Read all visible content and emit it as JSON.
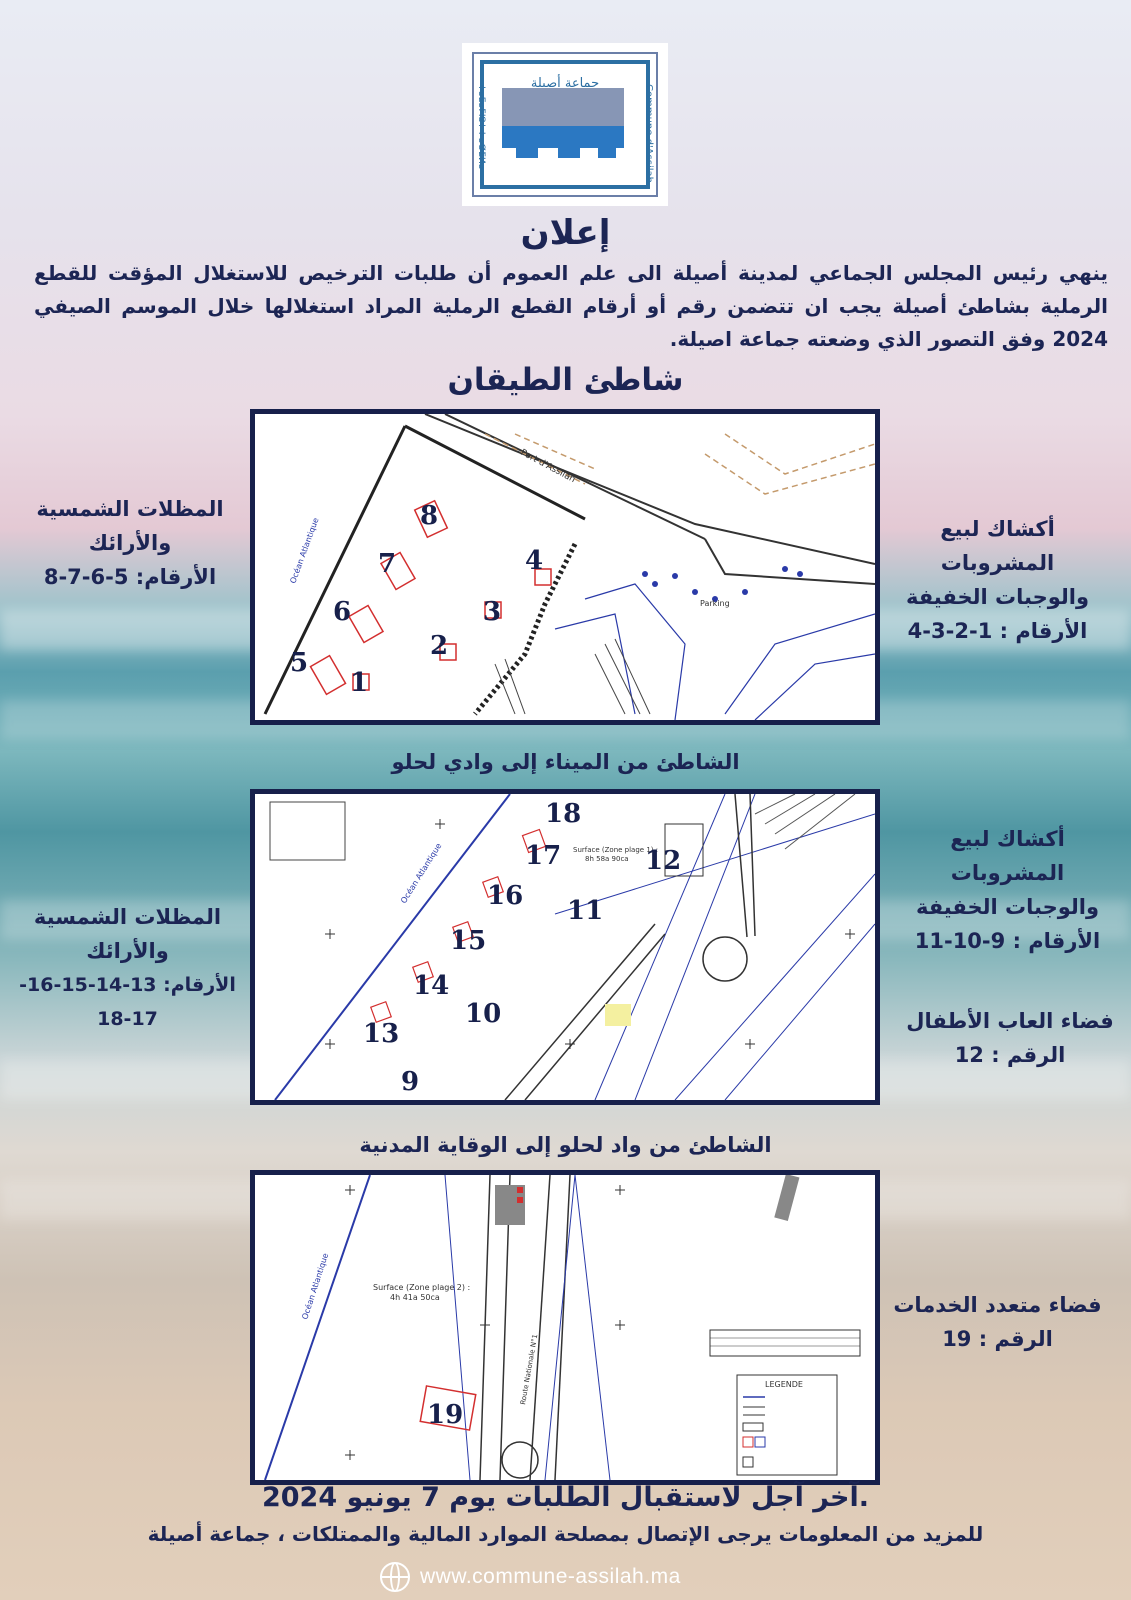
{
  "logo": {
    "arabic_name": "جماعة أصيلة",
    "french_name": "Commune d'Assilah",
    "tifinagh": "ⵜⴰⵎⴰⵢⵏⵓⵜ ⵏ ⴰⵚⵉⵍⴰ"
  },
  "title": "إعلان",
  "intro": "ينهي رئيس المجلس الجماعي لمدينة أصيلة الى علم العموم أن طلبات الترخيص للاستغلال المؤقت للقطع الرملية بشاطئ أصيلة يجب ان تتضمن رقم أو أرقام القطع الرملية المراد استغلالها خلال الموسم الصيفي 2024 وفق التصور الذي وضعته جماعة اصيلة.",
  "beach_title": "شاطئ الطيقان",
  "section2_title": "الشاطئ من الميناء إلى وادي لحلو",
  "section3_title": "الشاطئ من واد لحلو إلى الوقاية المدنية",
  "map1": {
    "left_label": [
      "المظلات الشمسية",
      "والأرائك",
      "الأرقام: 5-6-7-8"
    ],
    "right_label": [
      "أكشاك لبيع المشروبات",
      "والوجبات الخفيفة",
      "الأرقام : 1-2-3-4"
    ],
    "numbers": [
      "8",
      "7",
      "4",
      "6",
      "3",
      "2",
      "5",
      "1"
    ],
    "texts": [
      "Port d'Assilah",
      "Océan Atlantique",
      "Parking"
    ]
  },
  "map2": {
    "left_label": [
      "المظلات الشمسية",
      "والأرائك",
      "الأرقام: 13-14-15-16-17-18"
    ],
    "right_label": [
      "أكشاك لبيع المشروبات",
      "والوجبات الخفيفة",
      "الأرقام : 9-10-11"
    ],
    "right_label2": [
      "فضاء العاب الأطفال",
      "الرقم : 12"
    ],
    "numbers": [
      "18",
      "17",
      "12",
      "16",
      "11",
      "15",
      "14",
      "10",
      "13",
      "9"
    ],
    "texts": [
      "Océan Atlantique",
      "Surface (Zone plage 1) :",
      "8h 58a 90ca"
    ]
  },
  "map3": {
    "right_label": [
      "فضاء متعدد الخدمات",
      "الرقم : 19"
    ],
    "numbers": [
      "19"
    ],
    "texts": [
      "Océan Atlantique",
      "Surface (Zone plage 2) :",
      "4h 41a 50ca",
      "Route Nationale N°1",
      "LEGENDE"
    ]
  },
  "deadline": "آخر آجل لاستقبال الطلبات يوم 7 يونيو 2024.",
  "footer_info": "للمزيد من المعلومات يرجى الإتصال بمصلحة الموارد المالية والممتلكات ، جماعة أصيلة",
  "website": "www.commune-assilah.ma",
  "colors": {
    "navy": "#17204b",
    "map_line": "#2a3aa8",
    "kiosk": "#d32f2f"
  }
}
